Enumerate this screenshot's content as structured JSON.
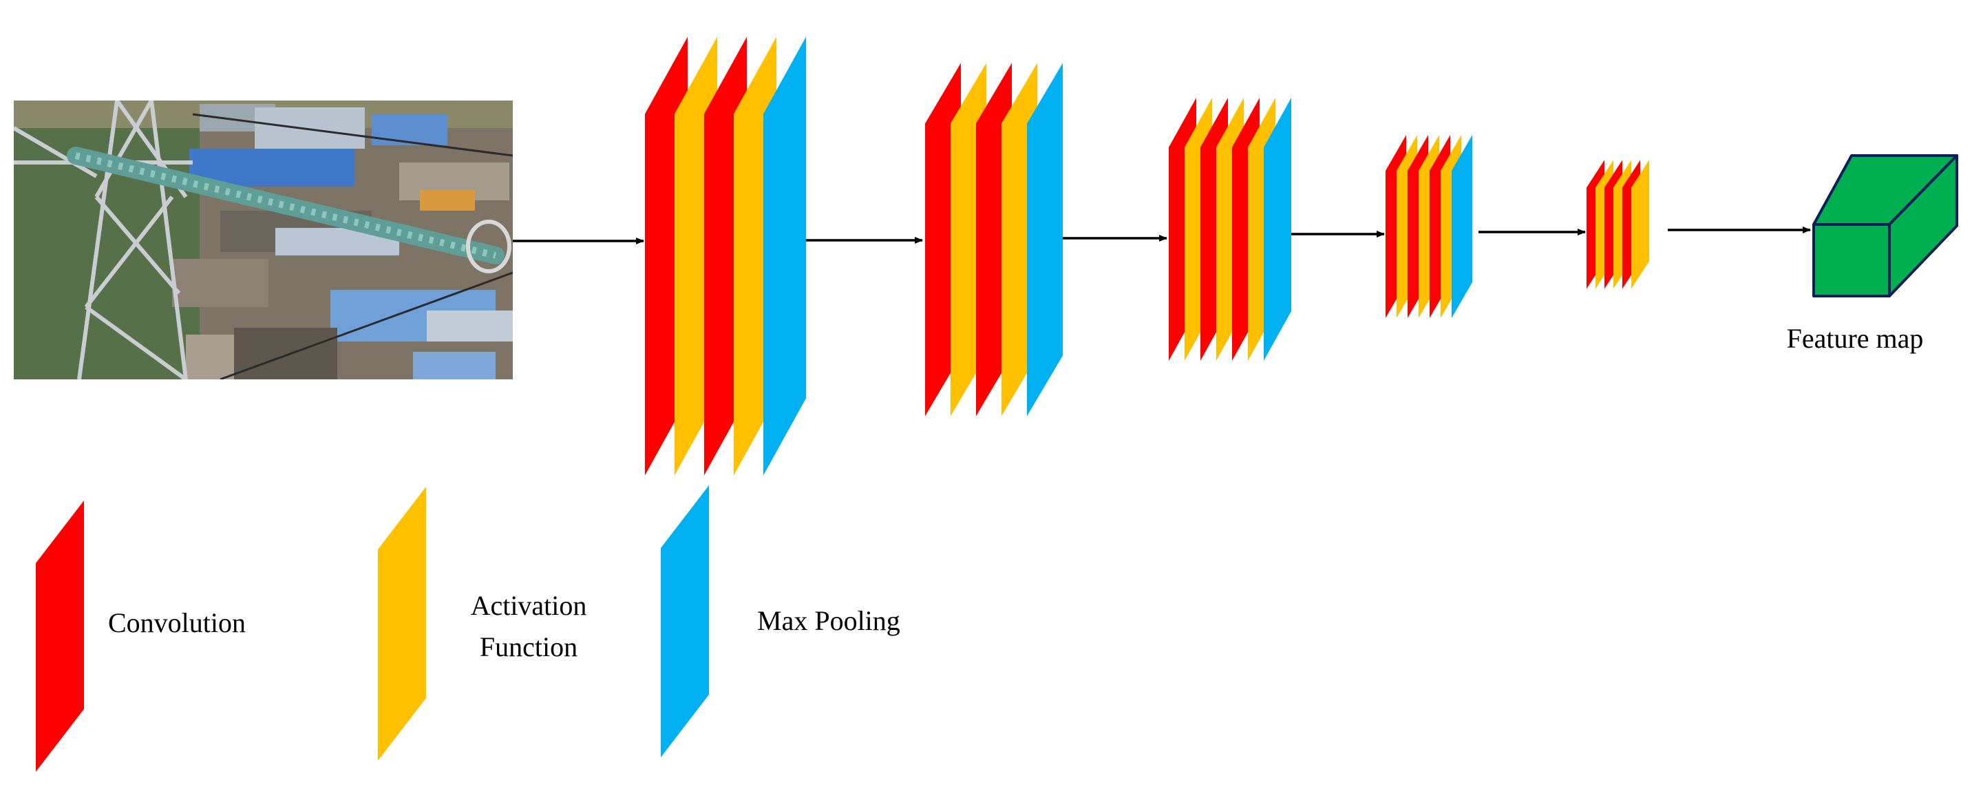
{
  "colors": {
    "convolution": "#FF0000",
    "activation": "#FFC000",
    "pooling": "#00B0F0",
    "feature_map": "#00B050",
    "feature_map_edge": "#0A1E5C",
    "arrow": "#000000"
  },
  "input_image": {
    "icon": "aerial-photo-power-line-insulator"
  },
  "pipeline": {
    "stages": [
      {
        "layers": [
          "convolution",
          "activation",
          "convolution",
          "activation",
          "pooling"
        ]
      },
      {
        "layers": [
          "convolution",
          "activation",
          "convolution",
          "activation",
          "pooling"
        ]
      },
      {
        "layers": [
          "convolution",
          "activation",
          "convolution",
          "activation",
          "convolution",
          "activation",
          "pooling"
        ]
      },
      {
        "layers": [
          "convolution",
          "activation",
          "convolution",
          "activation",
          "convolution",
          "activation",
          "pooling"
        ]
      },
      {
        "layers": [
          "convolution",
          "activation",
          "convolution",
          "activation",
          "convolution",
          "activation"
        ]
      }
    ],
    "output_label": "Feature map"
  },
  "legend": [
    {
      "type": "convolution",
      "label_lines": [
        "Convolution"
      ]
    },
    {
      "type": "activation",
      "label_lines": [
        "Activation",
        "Function"
      ]
    },
    {
      "type": "pooling",
      "label_lines": [
        "Max Pooling"
      ]
    }
  ]
}
